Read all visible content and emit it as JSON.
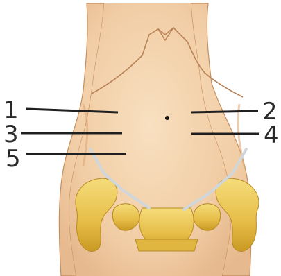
{
  "colors": {
    "skin": "#f3d1aa",
    "skin_shadow": "#e4b68a",
    "outline": "#c58e5e",
    "bone": "#e9c24f",
    "bone_shadow": "#c99a24",
    "ligament": "#cfd6dc",
    "leader_line": "#1f1f1f"
  },
  "landmarks": {
    "navel_icon": "umbilicus-dot-icon"
  },
  "callouts": [
    {
      "id": "1",
      "label": "1"
    },
    {
      "id": "2",
      "label": "2"
    },
    {
      "id": "3",
      "label": "3"
    },
    {
      "id": "4",
      "label": "4"
    },
    {
      "id": "5",
      "label": "5"
    }
  ]
}
